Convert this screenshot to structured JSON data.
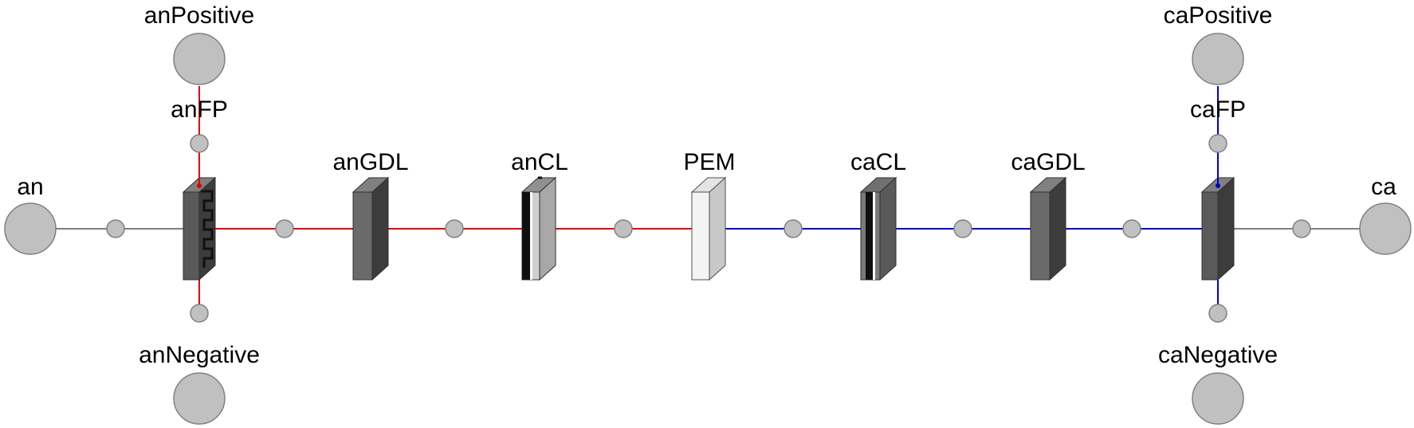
{
  "diagram": {
    "labels": {
      "an": "an",
      "ca": "ca",
      "anPositive": "anPositive",
      "anNegative": "anNegative",
      "caPositive": "caPositive",
      "caNegative": "caNegative",
      "anFP": "anFP",
      "caFP": "caFP",
      "anGDL": "anGDL",
      "anCL": "anCL",
      "PEM": "PEM",
      "caCL": "caCL",
      "caGDL": "caGDL"
    },
    "colors": {
      "anode_wire": "#e00000",
      "cathode_wire": "#0000d0",
      "neutral_wire": "#808080",
      "connector_fill": "#c0c0c0",
      "block_dark": "#5a5a5a",
      "block_side": "#3c3c3c",
      "block_light": "#d0d0d0",
      "pem_face": "#f4f4f4"
    }
  }
}
